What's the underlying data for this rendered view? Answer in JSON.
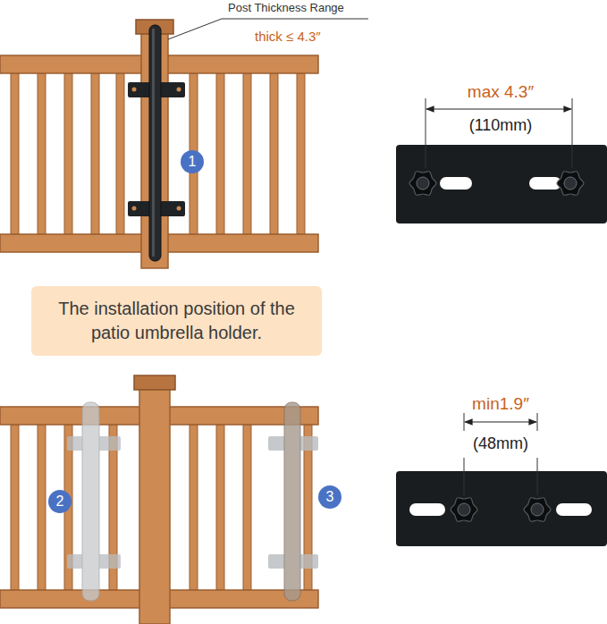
{
  "diagram": {
    "nodes": [
      {
        "text": [
          "1"
        ]
      },
      {
        "text": [
          "The installation position of the patio umbrella holder."
        ]
      },
      {
        "text": [
          "2"
        ]
      },
      {
        "text": [
          "3"
        ]
      }
    ],
    "labels": [
      "Post Thickness Range",
      "thick ≤ 4.3″",
      "max 4.3″",
      "(110mm)",
      "min1.9″",
      "(48mm)"
    ]
  }
}
